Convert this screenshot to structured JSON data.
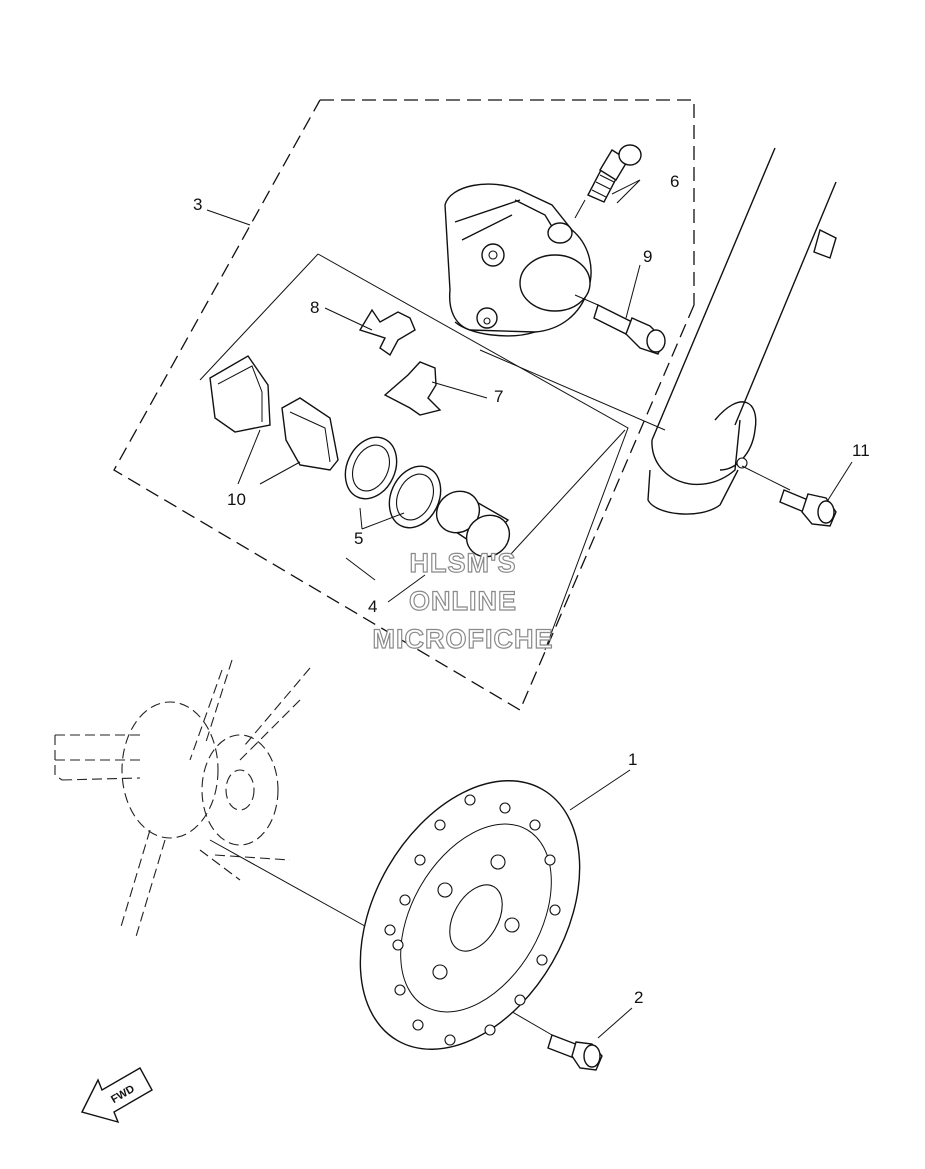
{
  "diagram": {
    "callouts": [
      "1",
      "2",
      "3",
      "4",
      "5",
      "6",
      "7",
      "8",
      "9",
      "10",
      "11"
    ],
    "watermark": [
      "HLSM'S",
      "ONLINE",
      "MICROFICHE"
    ],
    "direction_label": "FWD"
  },
  "colors": {
    "line": "#111111",
    "background": "#ffffff",
    "watermark_outline": "#8a8a8a"
  }
}
